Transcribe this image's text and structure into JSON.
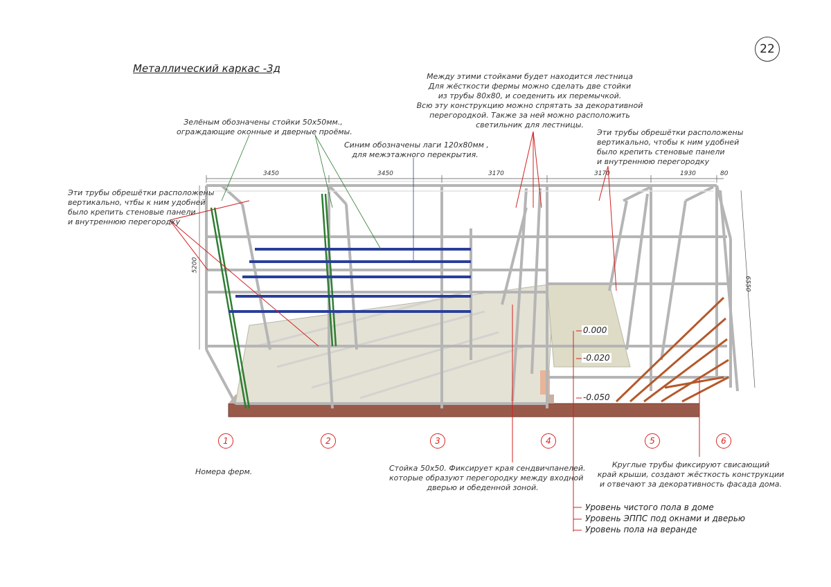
{
  "title": "Металлический каркас -3д",
  "page_number": "22",
  "dimensions": {
    "d1": "3450",
    "d2": "3450",
    "d3": "3170",
    "d4": "3170",
    "d5": "1930",
    "d6": "80",
    "height": "5200",
    "depth": "6550"
  },
  "levels": {
    "l0": "0.000",
    "l1": "-0.020",
    "l2": "-0.050"
  },
  "trusses": [
    "1",
    "2",
    "3",
    "4",
    "5",
    "6"
  ],
  "notes": {
    "stairs": [
      "Между этими стойками будет находится лестница",
      "Для жёсткости фермы можно сделать две стойки",
      "из трубы 80х80, и соеденить их перемычкой.",
      "Всю эту конструкцию можно спрятать за декоративной",
      "перегородкой. Также за ней можно расположить",
      "светильник для лестницы."
    ],
    "green": [
      "Зелёным обозначены стойки 50х50мм.,",
      "ограждающие оконные и дверные проёмы."
    ],
    "blue": [
      "Синим обозначены лаги 120х80мм ,",
      "для межэтажного перекрытия."
    ],
    "battens_left": [
      "Эти трубы обрешётки расположены",
      "вертикально, чтбы к ним удобней",
      "было крепить стеновые панели",
      "и внутреннюю перегородку"
    ],
    "battens_right": [
      "Эти трубы обрешётки расположены",
      "вертикально, чтобы к ним удобней",
      "было крепить стеновые панели",
      "и внутреннюю перегородку"
    ],
    "truss_numbers": "Номера ферм.",
    "post": [
      "Стойка 50х50. Фиксирует края сендвичпанелей.",
      "которые образуют перегородку между входной",
      "дверью и обеденной зоной."
    ],
    "round_pipes": [
      "Круглые трубы фиксируют свисающий",
      "край крыши, создают жёсткость конструкции",
      "и отвечают за декоративность фасада дома."
    ]
  },
  "legend": [
    "Уровень чистого пола в доме",
    "Уровень ЭППС под окнами и дверью",
    "Уровень пола на веранде"
  ],
  "colors": {
    "annotation": "#d32020",
    "green_posts": "#2e7d32",
    "blue_joists": "#2a3f9a",
    "round_pipes": "#b5582a",
    "frame": "#bdbdbd",
    "floor": "#e4e2d4",
    "base": "#9a5a4a"
  }
}
